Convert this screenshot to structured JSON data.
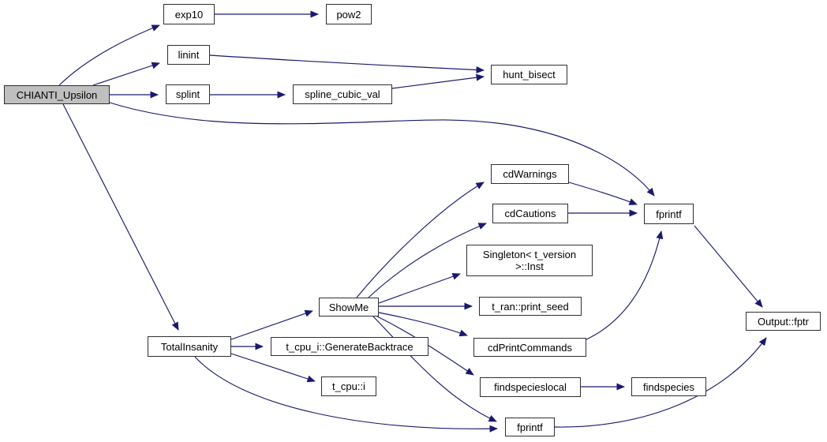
{
  "diagram": {
    "kind": "doxygen-call-graph",
    "edge_color": "#191970",
    "node_fill": "#ffffff",
    "highlighted_node_fill": "#bfbfbf",
    "nodes": [
      {
        "id": "CHIANTI_Upsilon",
        "label": "CHIANTI_Upsilon",
        "highlighted": true
      },
      {
        "id": "exp10",
        "label": "exp10"
      },
      {
        "id": "pow2",
        "label": "pow2"
      },
      {
        "id": "linint",
        "label": "linint"
      },
      {
        "id": "splint",
        "label": "splint"
      },
      {
        "id": "spline_cubic_val",
        "label": "spline_cubic_val"
      },
      {
        "id": "hunt_bisect",
        "label": "hunt_bisect"
      },
      {
        "id": "cdWarnings",
        "label": "cdWarnings"
      },
      {
        "id": "cdCautions",
        "label": "cdCautions"
      },
      {
        "id": "Singleton_t_version_Inst",
        "label": "Singleton< t_version >::Inst"
      },
      {
        "id": "t_ran_print_seed",
        "label": "t_ran::print_seed"
      },
      {
        "id": "fprintf_top",
        "label": "fprintf"
      },
      {
        "id": "Output_fptr",
        "label": "Output::fptr"
      },
      {
        "id": "ShowMe",
        "label": "ShowMe"
      },
      {
        "id": "TotalInsanity",
        "label": "TotalInsanity"
      },
      {
        "id": "t_cpu_i_GenerateBacktrace",
        "label": "t_cpu_i::GenerateBacktrace"
      },
      {
        "id": "t_cpu_i",
        "label": "t_cpu::i"
      },
      {
        "id": "cdPrintCommands",
        "label": "cdPrintCommands"
      },
      {
        "id": "findspecieslocal",
        "label": "findspecieslocal"
      },
      {
        "id": "findspecies",
        "label": "findspecies"
      },
      {
        "id": "fprintf_bottom",
        "label": "fprintf"
      }
    ],
    "edges": [
      {
        "from": "CHIANTI_Upsilon",
        "to": "exp10"
      },
      {
        "from": "exp10",
        "to": "pow2"
      },
      {
        "from": "CHIANTI_Upsilon",
        "to": "linint"
      },
      {
        "from": "linint",
        "to": "hunt_bisect"
      },
      {
        "from": "CHIANTI_Upsilon",
        "to": "splint"
      },
      {
        "from": "splint",
        "to": "spline_cubic_val"
      },
      {
        "from": "spline_cubic_val",
        "to": "hunt_bisect"
      },
      {
        "from": "CHIANTI_Upsilon",
        "to": "fprintf_top"
      },
      {
        "from": "CHIANTI_Upsilon",
        "to": "TotalInsanity"
      },
      {
        "from": "TotalInsanity",
        "to": "ShowMe"
      },
      {
        "from": "TotalInsanity",
        "to": "t_cpu_i_GenerateBacktrace"
      },
      {
        "from": "TotalInsanity",
        "to": "t_cpu_i"
      },
      {
        "from": "TotalInsanity",
        "to": "fprintf_bottom"
      },
      {
        "from": "ShowMe",
        "to": "cdWarnings"
      },
      {
        "from": "ShowMe",
        "to": "cdCautions"
      },
      {
        "from": "ShowMe",
        "to": "Singleton_t_version_Inst"
      },
      {
        "from": "ShowMe",
        "to": "t_ran_print_seed"
      },
      {
        "from": "ShowMe",
        "to": "cdPrintCommands"
      },
      {
        "from": "ShowMe",
        "to": "findspecieslocal"
      },
      {
        "from": "ShowMe",
        "to": "fprintf_bottom"
      },
      {
        "from": "cdWarnings",
        "to": "fprintf_top"
      },
      {
        "from": "cdCautions",
        "to": "fprintf_top"
      },
      {
        "from": "cdPrintCommands",
        "to": "fprintf_top"
      },
      {
        "from": "findspecieslocal",
        "to": "findspecies"
      },
      {
        "from": "fprintf_top",
        "to": "Output_fptr"
      },
      {
        "from": "fprintf_bottom",
        "to": "Output_fptr"
      }
    ]
  }
}
